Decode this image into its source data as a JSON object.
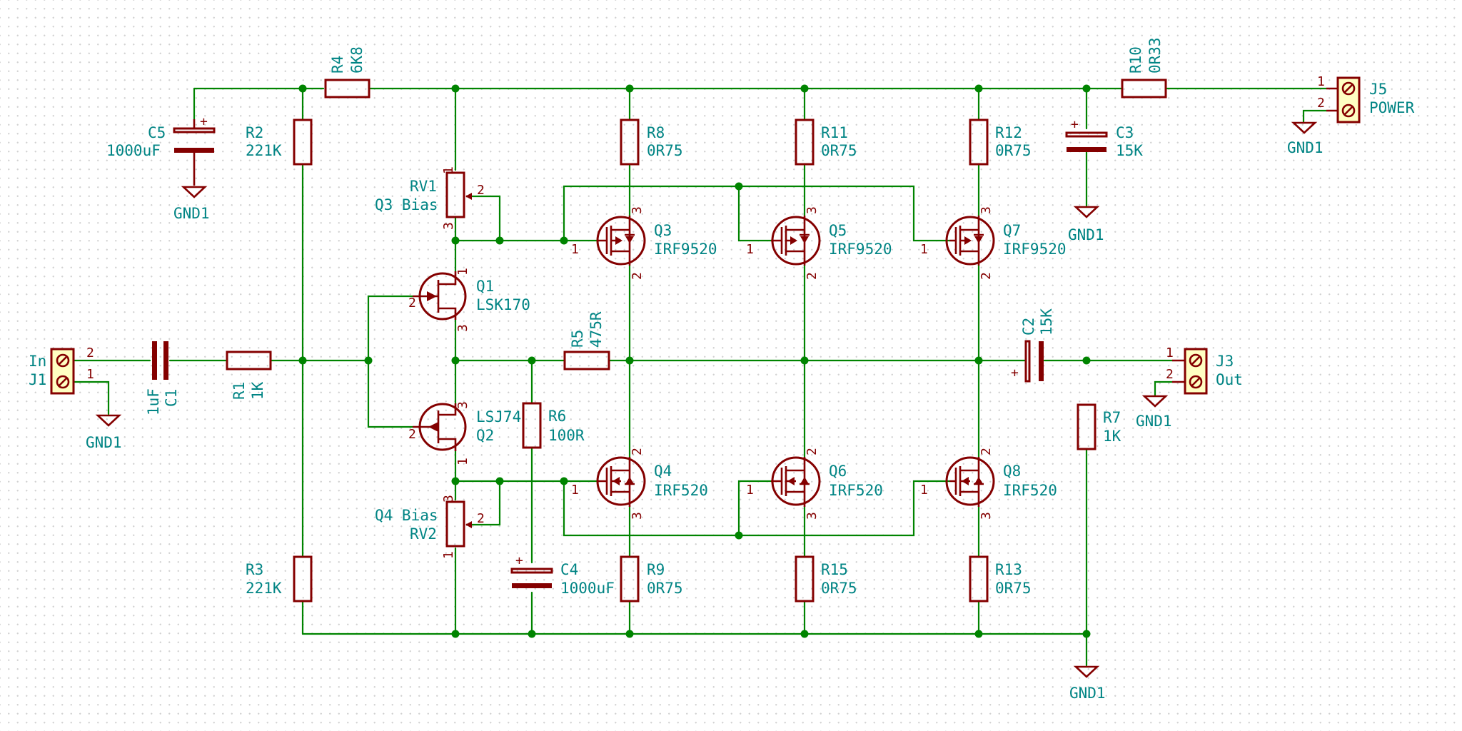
{
  "colors": {
    "wire": "#008400",
    "component": "#840000",
    "text": "#008484",
    "connector_fill": "#ffffc2",
    "background": "#ffffff"
  },
  "components": {
    "C5": {
      "ref": "C5",
      "value": "1000uF"
    },
    "R2": {
      "ref": "R2",
      "value": "221K"
    },
    "R4": {
      "ref": "R4",
      "value": "6K8"
    },
    "RV1": {
      "ref": "RV1",
      "value": "Q3 Bias"
    },
    "RV2": {
      "ref": "RV2",
      "value": "Q4 Bias"
    },
    "Q1": {
      "ref": "Q1",
      "value": "LSK170"
    },
    "Q2": {
      "ref": "Q2",
      "value": "LSJ74"
    },
    "J1": {
      "ref": "J1",
      "value": "In"
    },
    "C1": {
      "ref": "C1",
      "value": "1uF"
    },
    "R1": {
      "ref": "R1",
      "value": "1K"
    },
    "R3": {
      "ref": "R3",
      "value": "221K"
    },
    "R5": {
      "ref": "R5",
      "value": "475R"
    },
    "R6": {
      "ref": "R6",
      "value": "100R"
    },
    "C4": {
      "ref": "C4",
      "value": "1000uF"
    },
    "R8": {
      "ref": "R8",
      "value": "0R75"
    },
    "R11": {
      "ref": "R11",
      "value": "0R75"
    },
    "R12": {
      "ref": "R12",
      "value": "0R75"
    },
    "R9": {
      "ref": "R9",
      "value": "0R75"
    },
    "R15": {
      "ref": "R15",
      "value": "0R75"
    },
    "R13": {
      "ref": "R13",
      "value": "0R75"
    },
    "Q3": {
      "ref": "Q3",
      "value": "IRF9520"
    },
    "Q5": {
      "ref": "Q5",
      "value": "IRF9520"
    },
    "Q7": {
      "ref": "Q7",
      "value": "IRF9520"
    },
    "Q4": {
      "ref": "Q4",
      "value": "IRF520"
    },
    "Q6": {
      "ref": "Q6",
      "value": "IRF520"
    },
    "Q8": {
      "ref": "Q8",
      "value": "IRF520"
    },
    "C3": {
      "ref": "C3",
      "value": "15K"
    },
    "C2": {
      "ref": "C2",
      "value": "15K"
    },
    "R10": {
      "ref": "R10",
      "value": "0R33"
    },
    "R7": {
      "ref": "R7",
      "value": "1K"
    },
    "J5": {
      "ref": "J5",
      "value": "POWER"
    },
    "J3": {
      "ref": "J3",
      "value": "Out"
    }
  },
  "ground_label": "GND1",
  "pin_numbers": {
    "p1": "1",
    "p2": "2",
    "p3": "3"
  },
  "polarity_mark": "+"
}
